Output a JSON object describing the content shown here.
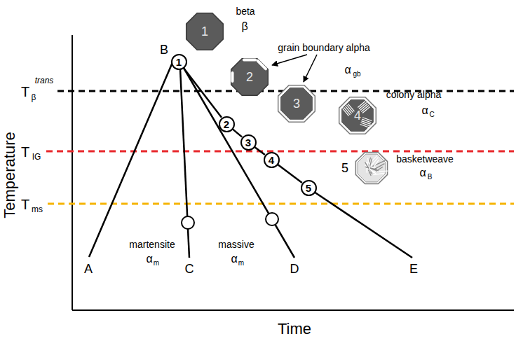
{
  "diagram": {
    "nodes": [
      {
        "text": [
          "1"
        ]
      },
      {
        "text": [
          "2"
        ]
      },
      {
        "text": [
          "3"
        ]
      },
      {
        "text": [
          "4"
        ]
      },
      {
        "text": [
          "5"
        ]
      },
      {
        "text": [
          "1"
        ]
      },
      {
        "text": [
          "2"
        ]
      },
      {
        "text": [
          "3"
        ]
      },
      {
        "text": [
          "4"
        ]
      },
      {
        "text": [
          "5"
        ]
      }
    ],
    "edges": [
      {
        "from": 0,
        "to": 1,
        "arrow": "none"
      },
      {
        "from": 1,
        "to": 2,
        "arrow": "none"
      },
      {
        "from": 2,
        "to": 3,
        "arrow": "none"
      },
      {
        "from": 3,
        "to": 4,
        "arrow": "none"
      }
    ],
    "labels": [
      "beta",
      "β",
      "grain boundary alpha",
      "α",
      "gb",
      "colony alpha",
      "α",
      "C",
      "basketweave",
      "α",
      "B",
      "martensite",
      "α",
      "m",
      "massive",
      "α",
      "m",
      "A",
      "B",
      "C",
      "D",
      "E",
      "T",
      "β",
      "trans",
      "T",
      "IG",
      "T",
      "ms",
      "Temperature",
      "Time"
    ]
  }
}
